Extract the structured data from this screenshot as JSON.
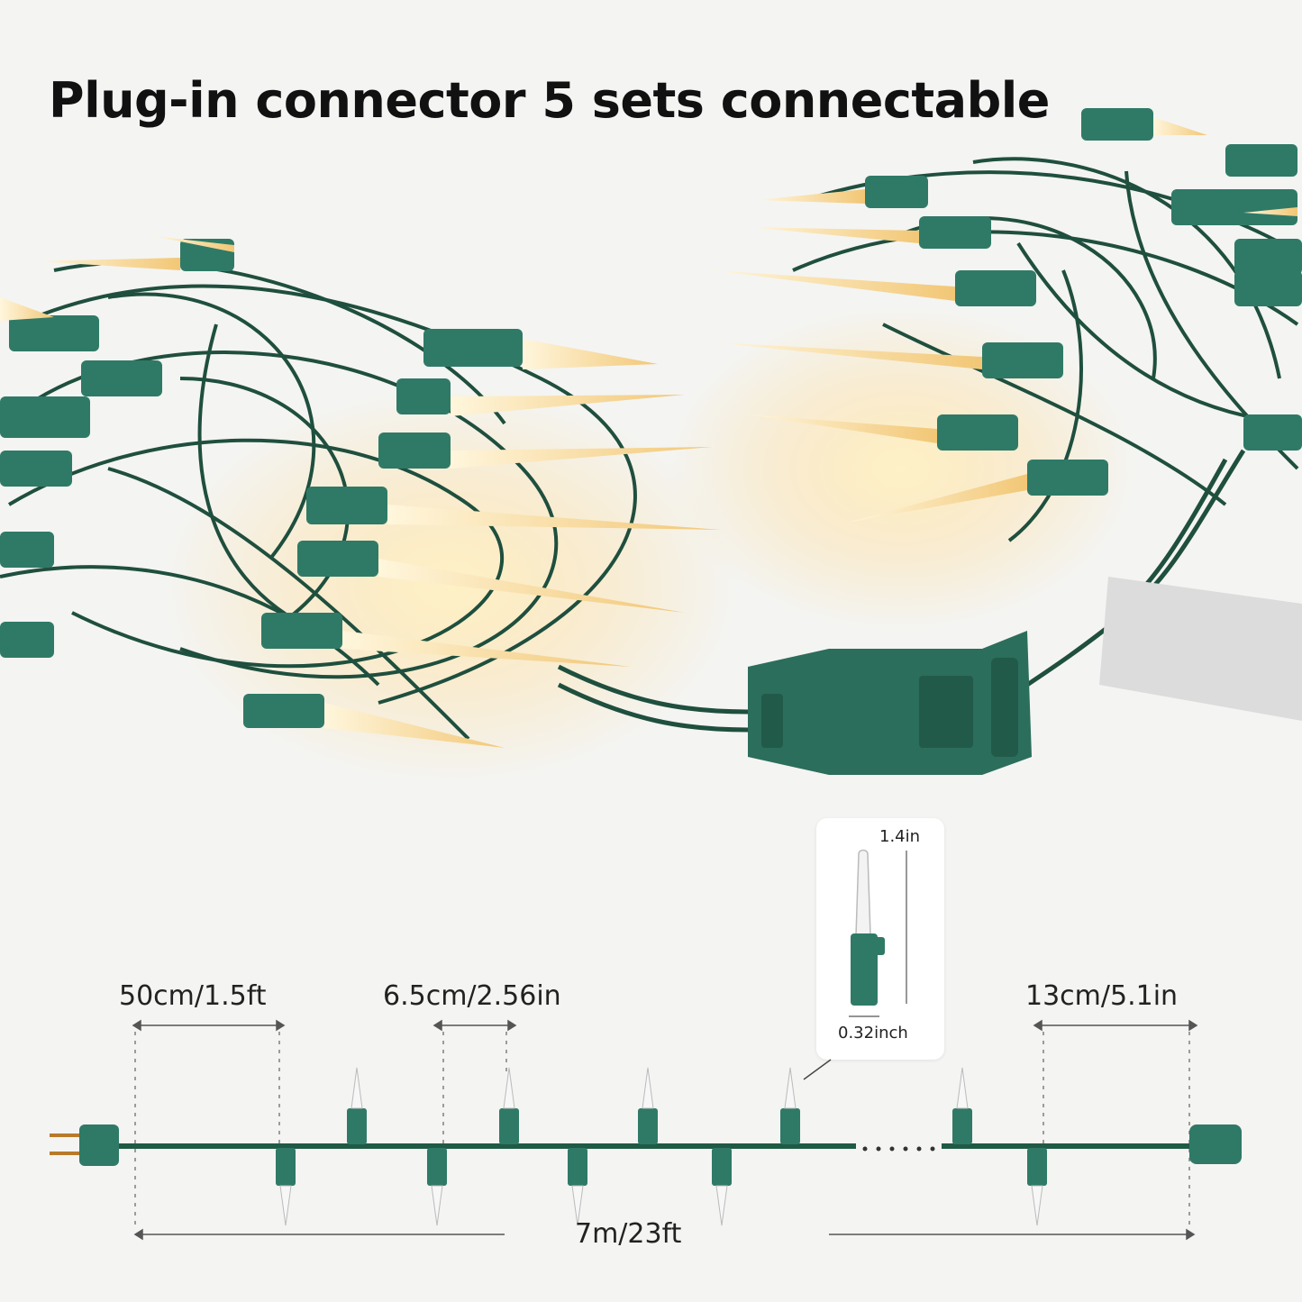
{
  "headline": "Plug-in connector 5 sets connectable",
  "dimensions": {
    "plug_to_first": "50cm/1.5ft",
    "bulb_spacing": "6.5cm/2.56in",
    "last_to_end": "13cm/5.1in",
    "total_length": "7m/23ft",
    "bulb_height": "1.4in",
    "bulb_width": "0.32inch"
  },
  "colors": {
    "wire_green": "#1f5a45",
    "socket_teal": "#2f7a66",
    "bulb_glow": "#ffd98a"
  }
}
